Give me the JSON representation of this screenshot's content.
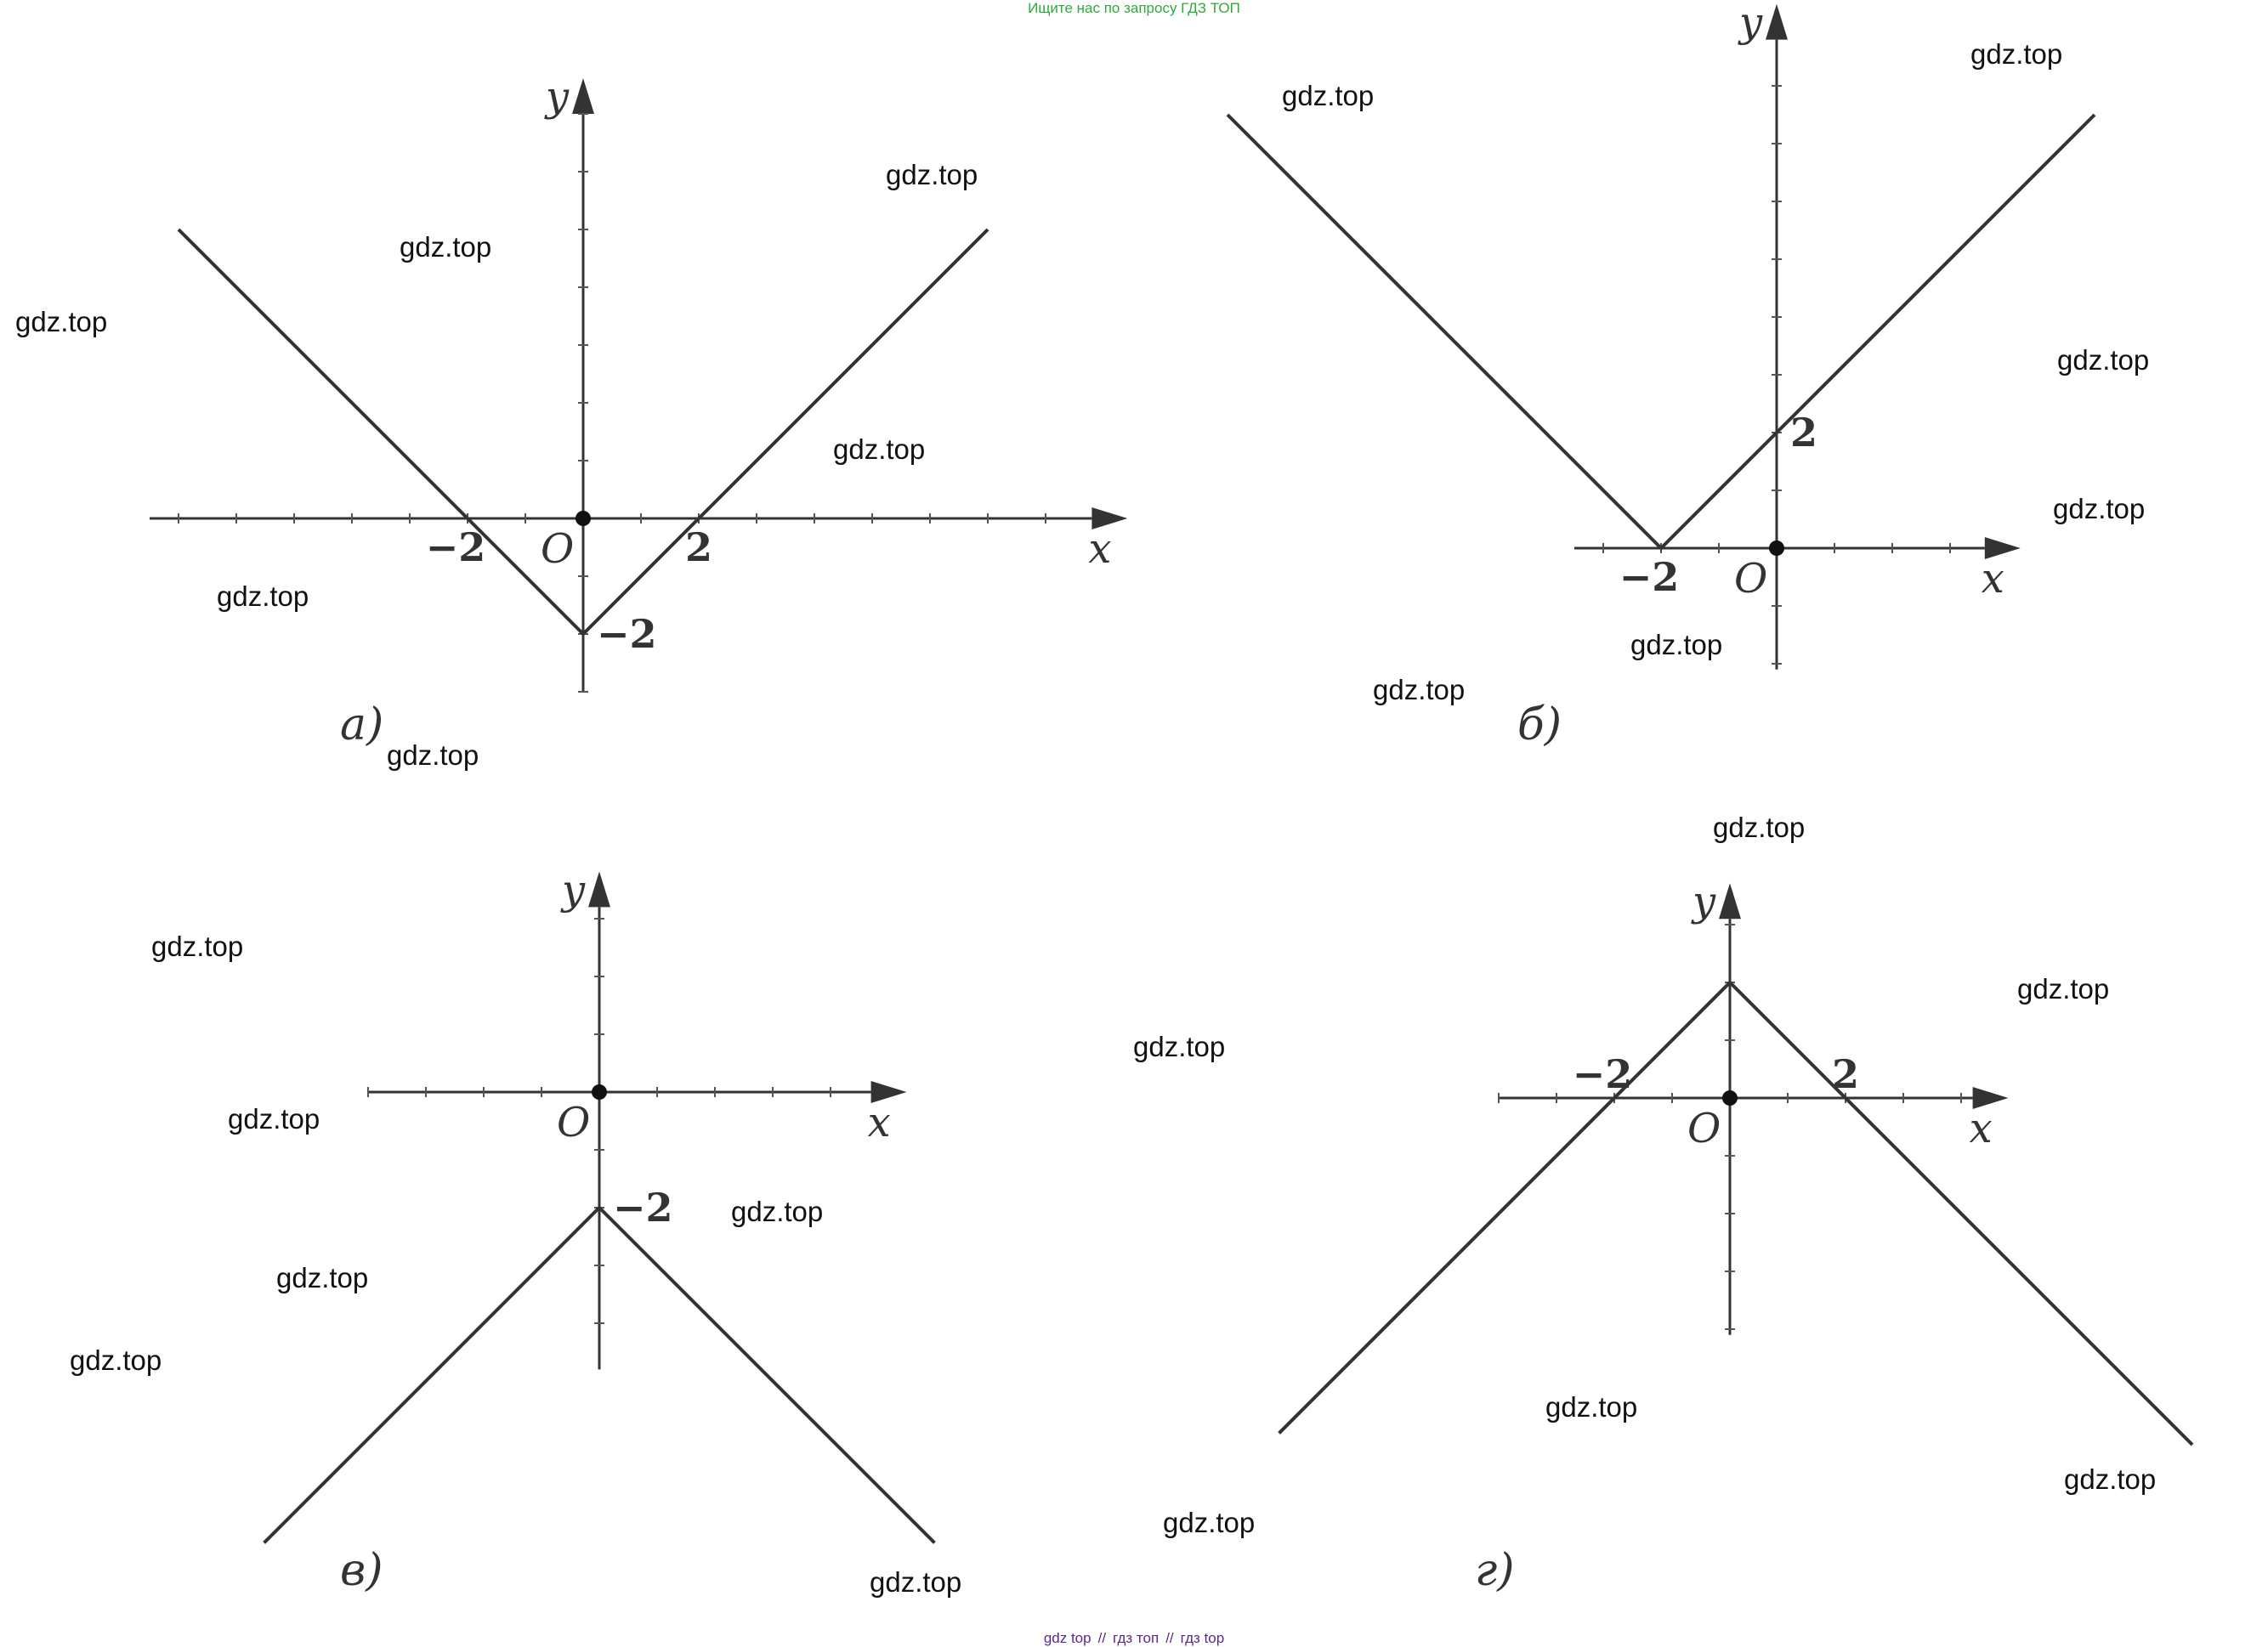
{
  "header": {
    "text": "Ищите нас по запросу ГДЗ ТОП"
  },
  "footer": {
    "links": [
      "gdz top",
      "гдз топ",
      "гдз top"
    ],
    "separator": "//"
  },
  "watermark": "gdz.top",
  "colors": {
    "header": "#2eaa3a",
    "footer": "#5a2a8a",
    "ink": "#333333"
  },
  "chart_data": [
    {
      "type": "line",
      "panel_label": "а)",
      "x": [
        -7,
        0,
        7
      ],
      "y": [
        5,
        -2,
        5
      ],
      "xlabel": "x",
      "ylabel": "y",
      "origin_label": "O",
      "tick_labels": [
        {
          "text": "−2",
          "x": -2,
          "y": 0
        },
        {
          "text": "2",
          "x": 2,
          "y": 0
        },
        {
          "text": "−2",
          "x": 0,
          "y": -2
        }
      ]
    },
    {
      "type": "line",
      "panel_label": "б)",
      "x": [
        -9.5,
        -2,
        5.5
      ],
      "y": [
        7.5,
        0,
        7.5
      ],
      "xlabel": "x",
      "ylabel": "y",
      "origin_label": "O",
      "tick_labels": [
        {
          "text": "−2",
          "x": -2,
          "y": 0
        },
        {
          "text": "2",
          "x": 0,
          "y": 2
        }
      ]
    },
    {
      "type": "line",
      "panel_label": "в)",
      "x": [
        -5.8,
        0,
        5.8
      ],
      "y": [
        -7.8,
        -2,
        -7.8
      ],
      "xlabel": "x",
      "ylabel": "y",
      "origin_label": "O",
      "tick_labels": [
        {
          "text": "−2",
          "x": 0,
          "y": -2
        }
      ]
    },
    {
      "type": "line",
      "panel_label": "г)",
      "x": [
        -7.8,
        0,
        8
      ],
      "y": [
        -5.8,
        2,
        -6
      ],
      "xlabel": "x",
      "ylabel": "y",
      "origin_label": "O",
      "tick_labels": [
        {
          "text": "−2",
          "x": -2,
          "y": 0
        },
        {
          "text": "2",
          "x": 2,
          "y": 0
        }
      ]
    }
  ]
}
